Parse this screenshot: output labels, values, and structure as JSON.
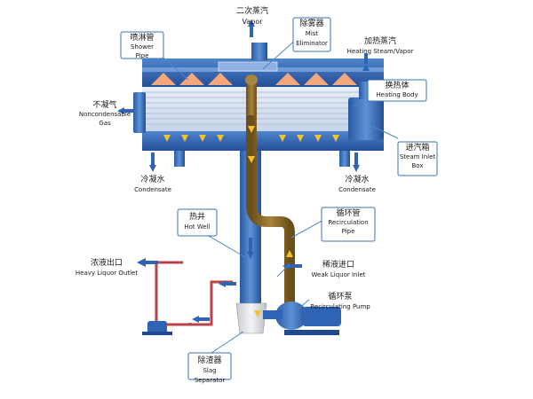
{
  "labels": {
    "vapor_cn": "二次蒸汽",
    "vapor_en": "Vapor",
    "mist_cn": "除雾器",
    "mist_en1": "Mist",
    "mist_en2": "Eliminator",
    "heating_steam_cn": "加热蒸汽",
    "heating_steam_en": "Heating Steam/Vapor",
    "shower_cn": "喷淋管",
    "shower_en1": "Shower",
    "shower_en2": "Pipe",
    "heating_body_cn": "换热体",
    "heating_body_en": "Heating Body",
    "noncond_cn": "不凝气",
    "noncond_en1": "Noncondensable",
    "noncond_en2": "Gas",
    "steam_box_cn": "进汽箱",
    "steam_box_en1": "Steam Inlet",
    "steam_box_en2": "Box",
    "condensate_l_cn": "冷凝水",
    "condensate_l_en": "Condensate",
    "condensate_r_cn": "冷凝水",
    "condensate_r_en": "Condensate",
    "hotwell_cn": "热井",
    "hotwell_en": "Hot Well",
    "recirc_pipe_cn": "循环管",
    "recirc_pipe_en1": "Recirculation",
    "recirc_pipe_en2": "Pipe",
    "heavy_cn": "浓液出口",
    "heavy_en": "Heavy Liquor Outlet",
    "weak_cn": "稀液进口",
    "weak_en": "Weak Liquor Inlet",
    "pump_cn": "循环泵",
    "pump_en": "Recirculating Pump",
    "slag_cn": "除渣器",
    "slag_en": "Slag Separator"
  },
  "colors": {
    "vessel": "#2f63b3",
    "vessel_dark": "#1f4a8f",
    "tube_bundle": "#d9e4f2",
    "brown_pipe": "#8b6a2a",
    "arrow_yellow": "#f2c230",
    "shower_orange": "#f3a77a",
    "liquor_pipe": "#b8434a",
    "leader": "#4b87cf"
  }
}
